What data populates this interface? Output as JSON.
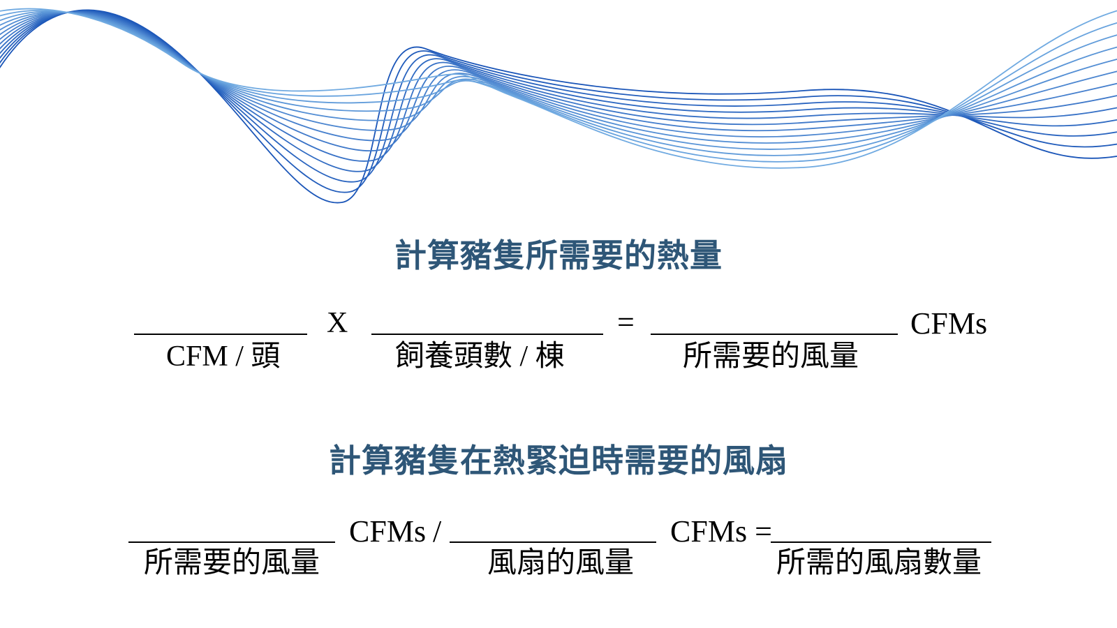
{
  "colors": {
    "heading": "#2e5677",
    "wave_dark": "#1a55b8",
    "wave_light": "#8cc6ef"
  },
  "formula1": {
    "title": "計算豬隻所需要的熱量",
    "times": "X",
    "equals": "=",
    "unit": "CFMs",
    "labels": [
      "CFM / 頭",
      "飼養頭數 / 棟",
      "所需要的風量"
    ]
  },
  "formula2": {
    "title": "計算豬隻在熱緊迫時需要的風扇",
    "unit1": "CFMs",
    "divide": "/",
    "unit2_equals": "CFMs =",
    "labels": [
      "所需要的風量",
      "風扇的風量",
      "所需的風扇數量"
    ]
  }
}
